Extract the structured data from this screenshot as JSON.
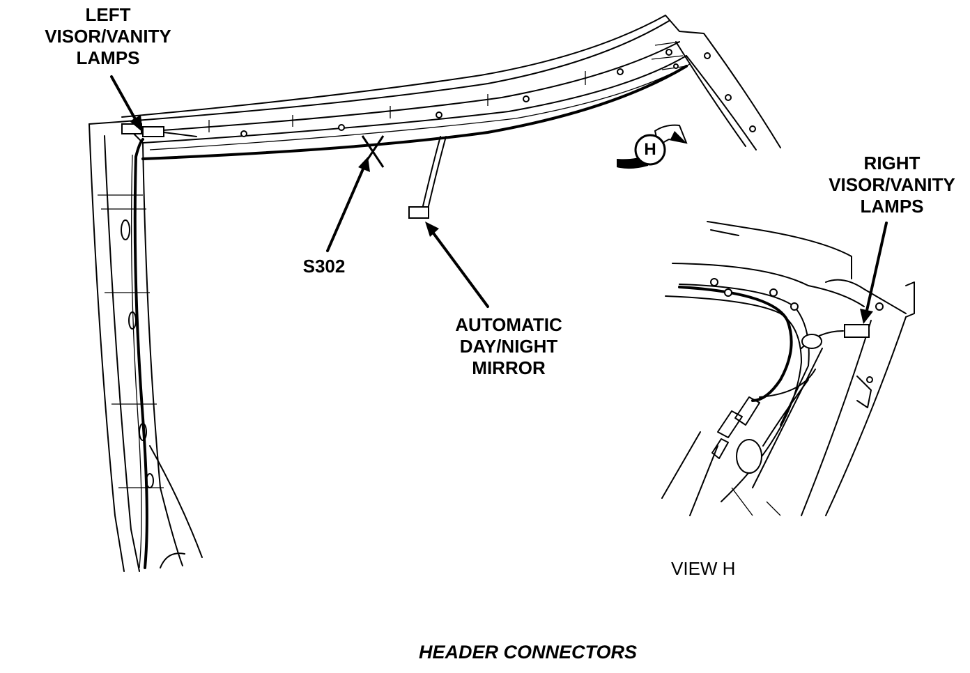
{
  "labels": {
    "left_lamps": [
      "LEFT",
      "VISOR/VANITY",
      "LAMPS"
    ],
    "right_lamps": [
      "RIGHT",
      "VISOR/VANITY",
      "LAMPS"
    ],
    "splice": "S302",
    "mirror": [
      "AUTOMATIC",
      "DAY/NIGHT",
      "MIRROR"
    ],
    "view_marker": "H",
    "view_title": "VIEW H"
  },
  "caption": "HEADER CONNECTORS"
}
